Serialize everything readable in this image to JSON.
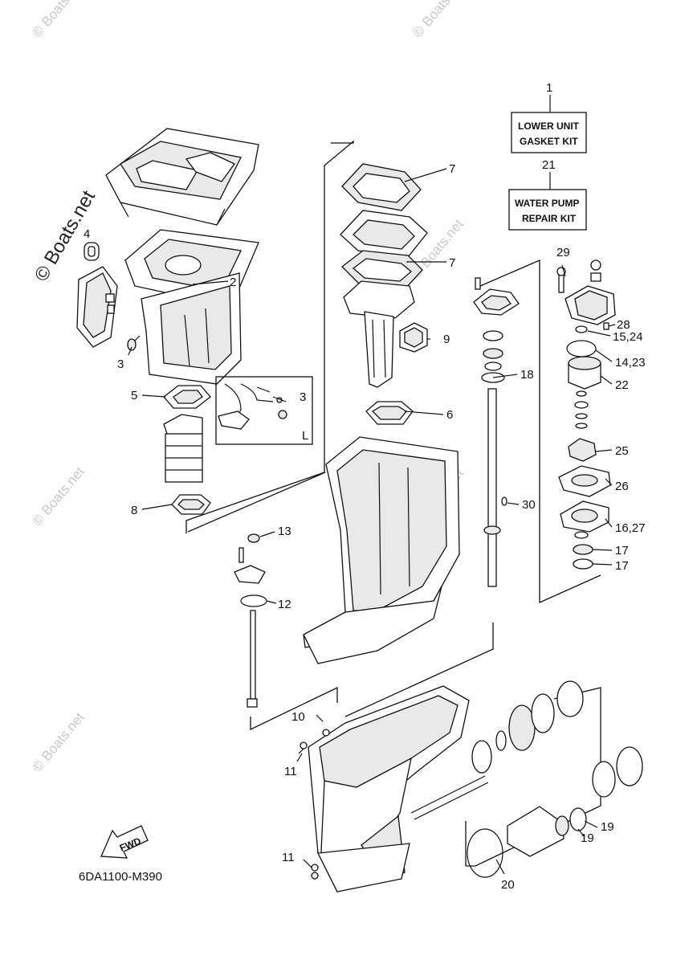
{
  "watermark": {
    "text": "© Boats.net",
    "copyright_symbol": "©",
    "site": "Boats.net"
  },
  "kits": {
    "lower_unit_gasket_kit": {
      "callout": "1",
      "line1": "LOWER UNIT",
      "line2": "GASKET KIT"
    },
    "water_pump_repair_kit": {
      "callout": "21",
      "line1": "WATER PUMP",
      "line2": "REPAIR KIT"
    }
  },
  "callouts": {
    "c2": "2",
    "c3a": "3",
    "c3b": "3",
    "c4": "4",
    "c5": "5",
    "c6": "6",
    "c7a": "7",
    "c7b": "7",
    "c8": "8",
    "c9": "9",
    "c10": "10",
    "c11a": "11",
    "c11b": "11",
    "c12": "12",
    "c13": "13",
    "c14_23": "14,23",
    "c15_24": "15,24",
    "c16_27": "16,27",
    "c17a": "17",
    "c17b": "17",
    "c18": "18",
    "c19a": "19",
    "c19b": "19",
    "c20": "20",
    "c22": "22",
    "c25": "25",
    "c26": "26",
    "c28": "28",
    "c29": "29",
    "c30": "30"
  },
  "inset_label": "L",
  "fwd_label": "FWD",
  "diagram_code": "6DA1100-M390"
}
